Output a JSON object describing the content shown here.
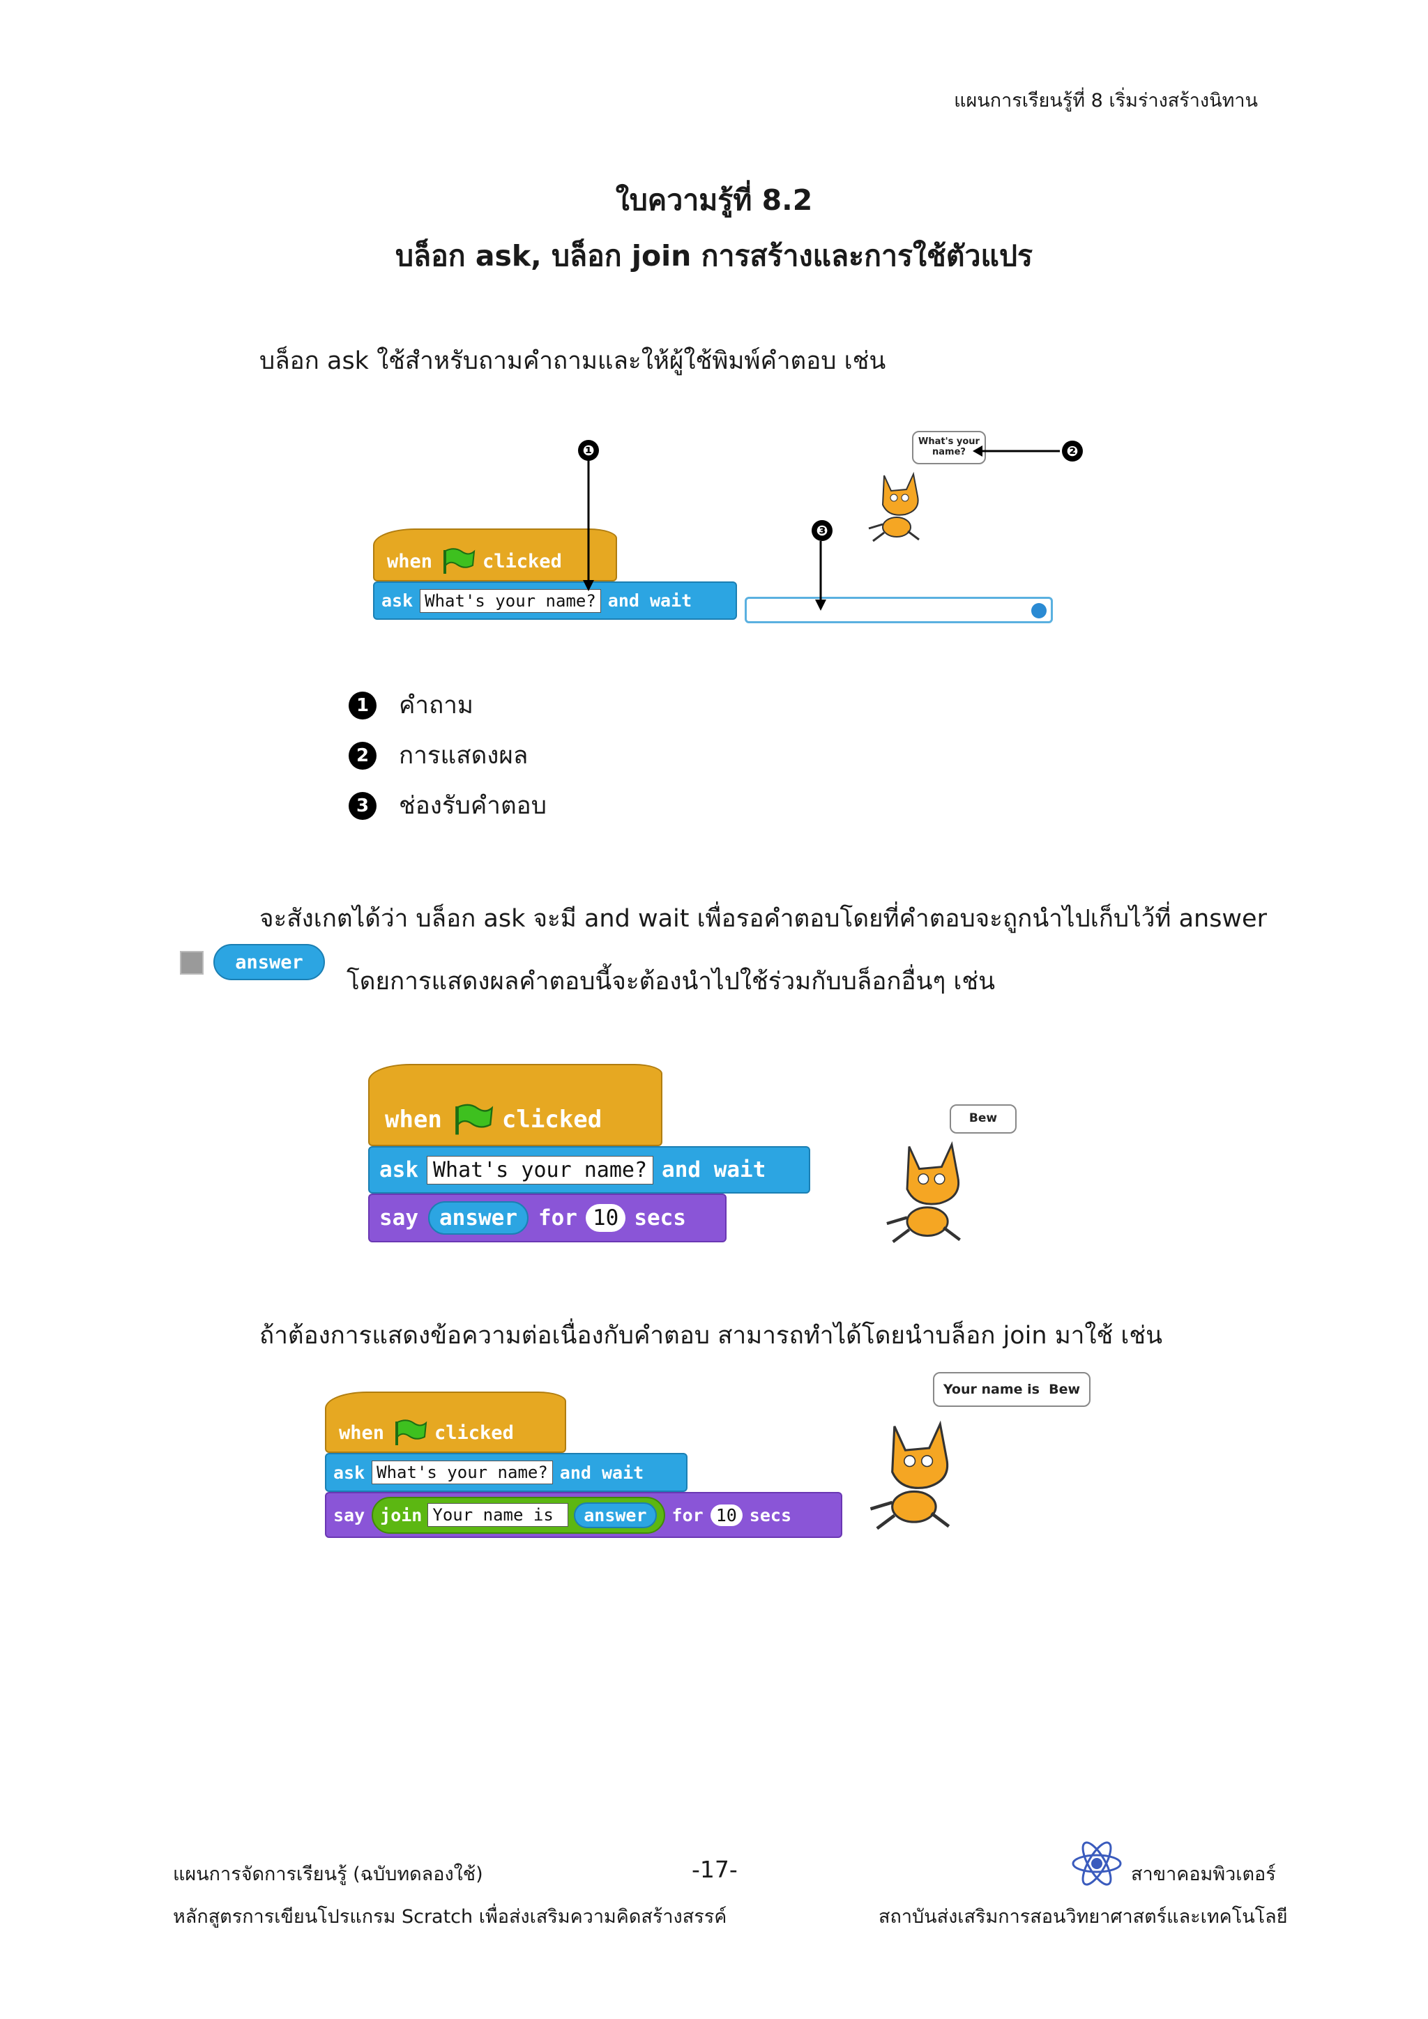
{
  "header": {
    "top_right": "แผนการเรียนรู้ที่ 8 เริ่มร่างสร้างนิทาน"
  },
  "title": {
    "line1": "ใบความรู้ที่ 8.2",
    "line2": "บล็อก ask, บล็อก join การสร้างและการใช้ตัวแปร"
  },
  "intro": "บล็อก ask  ใช้สำหรับถามคำถามและให้ผู้ใช้พิมพ์คำตอบ  เช่น",
  "markers": {
    "one": "❶",
    "two": "❷",
    "three": "❸"
  },
  "example1": {
    "hat_when": "when",
    "hat_clicked": "clicked",
    "ask": "ask",
    "question": "What's your name?",
    "and_wait": "and wait",
    "bubble": "What's your name?"
  },
  "legend": [
    {
      "num": "1",
      "text": "คำถาม"
    },
    {
      "num": "2",
      "text": "การแสดงผล"
    },
    {
      "num": "3",
      "text": "ช่องรับคำตอบ"
    }
  ],
  "para2_line1": "จะสังเกตได้ว่า  บล็อก ask จะมี and wait   เพื่อรอคำตอบโดยที่คำตอบจะถูกนำไปเก็บไว้ที่  answer",
  "para2_line2": "โดยการแสดงผลคำตอบนี้จะต้องนำไปใช้ร่วมกับบล็อกอื่นๆ  เช่น",
  "answer_reporter": "answer",
  "example2": {
    "hat_when": "when",
    "hat_clicked": "clicked",
    "ask": "ask",
    "question": "What's your name?",
    "and_wait": "and wait",
    "say": "say",
    "answer": "answer",
    "for": "for",
    "secs_value": "10",
    "secs": "secs",
    "bubble": "Bew"
  },
  "para3": "ถ้าต้องการแสดงข้อความต่อเนื่องกับคำตอบ    สามารถทำได้โดยนำบล็อก join มาใช้ เช่น",
  "example3": {
    "hat_when": "when",
    "hat_clicked": "clicked",
    "ask": "ask",
    "question": "What's your name?",
    "and_wait": "and wait",
    "say": "say",
    "join": "join",
    "join_text": "Your name is ",
    "answer": "answer",
    "for": "for",
    "secs_value": "10",
    "secs": "secs",
    "bubble": "Your name is  Bew"
  },
  "footer": {
    "left1": "แผนการจัดการเรียนรู้ (ฉบับทดลองใช้)",
    "page": "-17-",
    "right1": "สาขาคอมพิวเตอร์",
    "left2": "หลักสูตรการเขียนโปรแกรม Scratch เพื่อส่งเสริมความคิดสร้างสรรค์",
    "right2": "สถาบันส่งเสริมการสอนวิทยาศาสตร์และเทคโนโลยี"
  },
  "colors": {
    "hat": "#e6a822",
    "sensing": "#2ca5e2",
    "looks": "#8a55d7",
    "operators": "#5cb712",
    "cat": "#f5a623"
  }
}
